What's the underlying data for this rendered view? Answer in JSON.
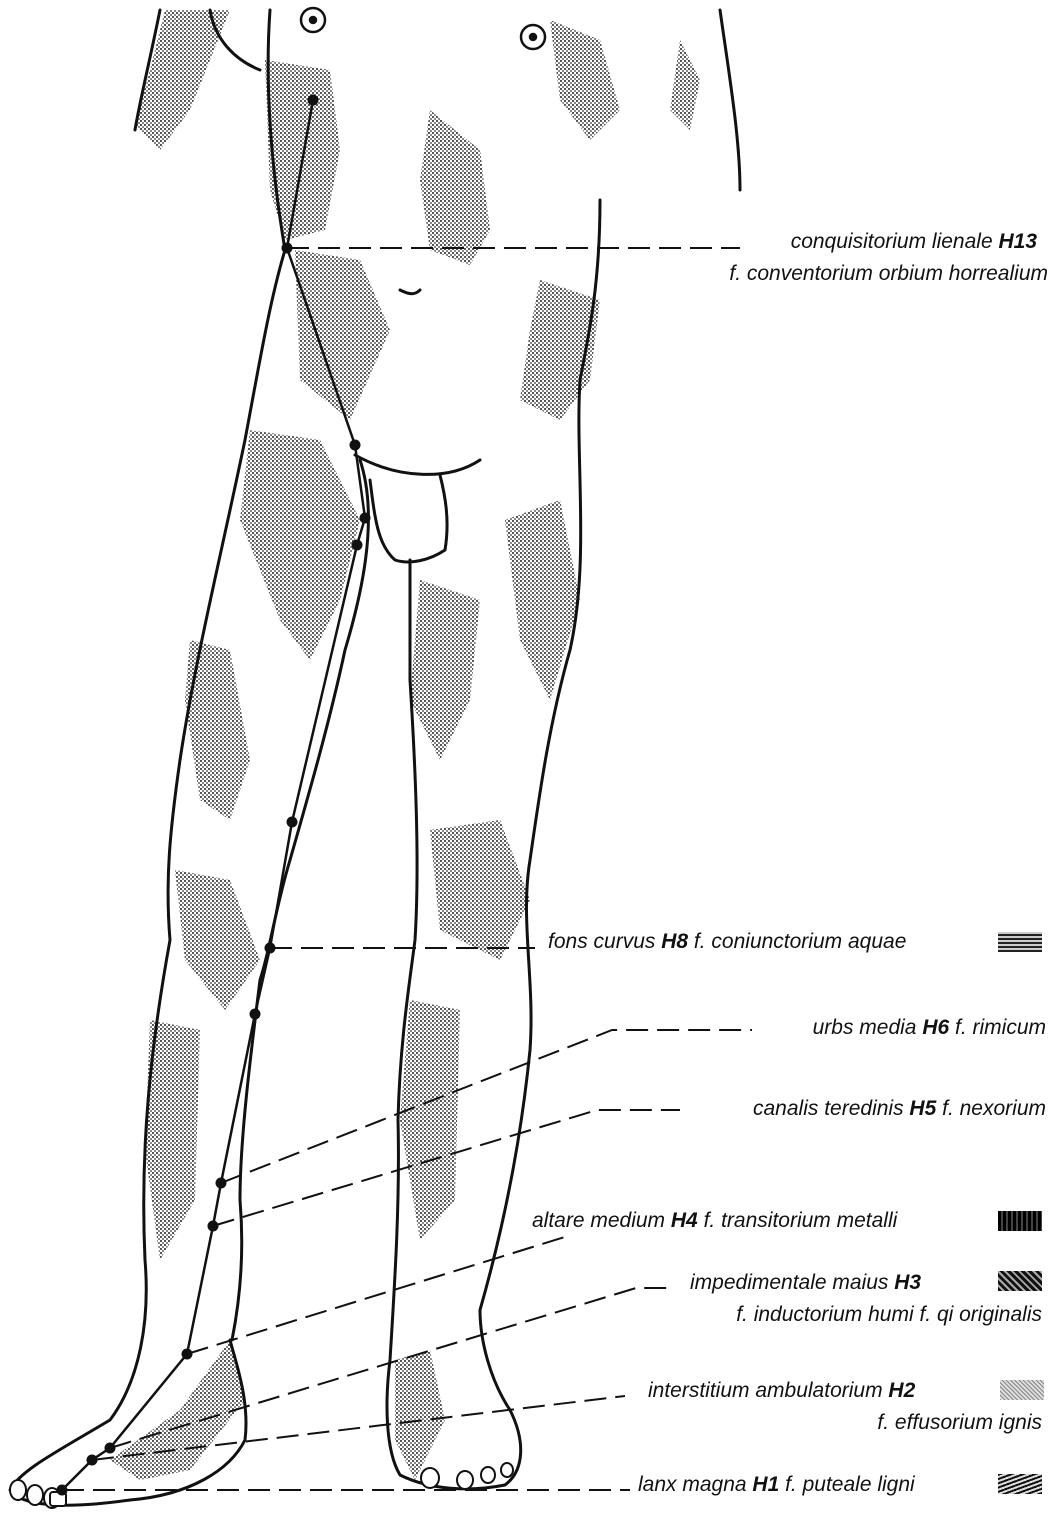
{
  "labels": [
    {
      "pre": "conquisitorium lienale ",
      "code": "H13",
      "post": ""
    },
    {
      "pre": "f. conventorium orbium horrealium",
      "code": "",
      "post": ""
    },
    {
      "pre": "fons curvus ",
      "code": "H8",
      "post": " f. coniunctorium aquae"
    },
    {
      "pre": "urbs media ",
      "code": "H6",
      "post": " f. rimicum"
    },
    {
      "pre": "canalis teredinis ",
      "code": "H5",
      "post": " f. nexorium"
    },
    {
      "pre": "altare medium ",
      "code": "H4",
      "post": " f. transitorium metalli"
    },
    {
      "pre": "impedimentale maius ",
      "code": "H3",
      "post": ""
    },
    {
      "pre": "f. inductorium humi f. qi originalis",
      "code": "",
      "post": ""
    },
    {
      "pre": "interstitium ambulatorium ",
      "code": "H2",
      "post": ""
    },
    {
      "pre": "f. effusorium ignis",
      "code": "",
      "post": ""
    },
    {
      "pre": "lanx magna ",
      "code": "H1",
      "post": " f. puteale ligni"
    }
  ],
  "element_swatches": [
    {
      "id": "water",
      "color": "#555555",
      "label_index": 2
    },
    {
      "id": "metal",
      "color": "#111111",
      "label_index": 5
    },
    {
      "id": "earth",
      "color": "#333333",
      "label_index": 6
    },
    {
      "id": "fire",
      "color": "#aaaaaa",
      "label_index": 8
    },
    {
      "id": "wood",
      "color": "#444444",
      "label_index": 10
    }
  ],
  "colors": {
    "ink": "#111111",
    "shade": "#9a9a9a"
  }
}
